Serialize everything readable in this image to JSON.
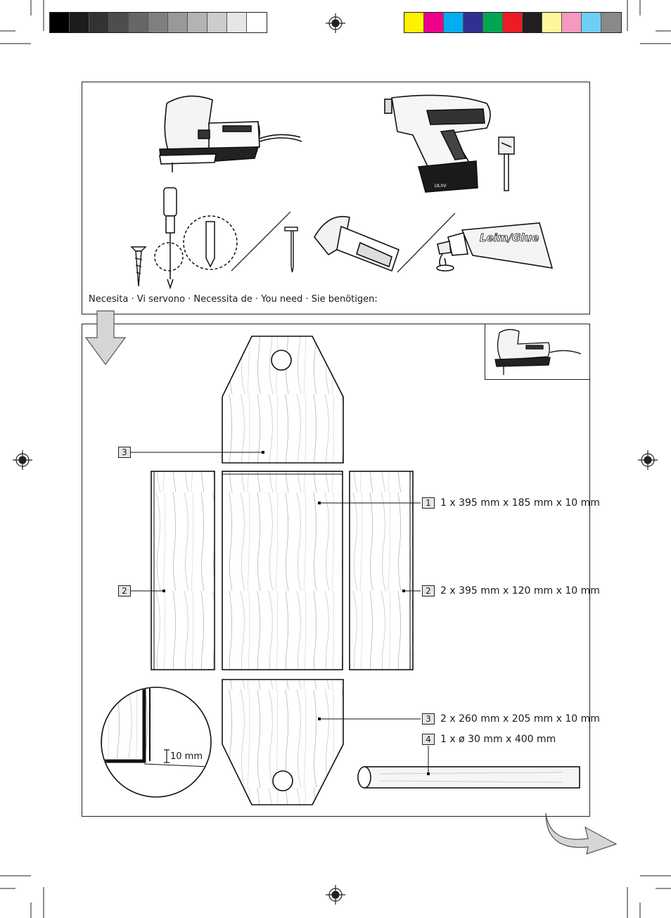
{
  "print_marks": {
    "grayscale_swatches": [
      "#000000",
      "#1c1c1c",
      "#333333",
      "#4d4d4d",
      "#666666",
      "#808080",
      "#999999",
      "#b3b3b3",
      "#cccccc",
      "#e6e6e6",
      "#ffffff"
    ],
    "color_swatches": [
      "#fff200",
      "#ec008c",
      "#00aeef",
      "#2e3192",
      "#00a651",
      "#ed1c24",
      "#231f20",
      "#fff799",
      "#f49ac1",
      "#6dcff6",
      "#898989"
    ]
  },
  "tools_panel": {
    "caption": "Necesita · Vi servono · Necessita de · You need · Sie benötigen:",
    "tools": [
      "jigsaw-icon",
      "cordless-drill-icon",
      "forstner-bit-icon",
      "screwdriver-icon",
      "screw-icon",
      "nail-icon",
      "hammer-icon",
      "glue-tube-icon"
    ],
    "drill_voltage_label": "18,0V",
    "glue_label": "Leim/Glue"
  },
  "parts_panel": {
    "tool_hint": "jigsaw-icon",
    "parts": [
      {
        "number": "1",
        "dimensions": "1 x 395 mm x 185 mm x 10 mm"
      },
      {
        "number": "2",
        "dimensions": "2 x 395 mm x 120 mm x 10 mm"
      },
      {
        "number": "3",
        "dimensions": "2 x 260 mm x 205 mm x 10 mm"
      },
      {
        "number": "4",
        "dimensions": "1 x ø 30 mm x 400 mm"
      }
    ],
    "left_labels": {
      "top": "3",
      "middle": "2"
    },
    "right_label_2": "2",
    "detail_measure": "10 mm"
  }
}
